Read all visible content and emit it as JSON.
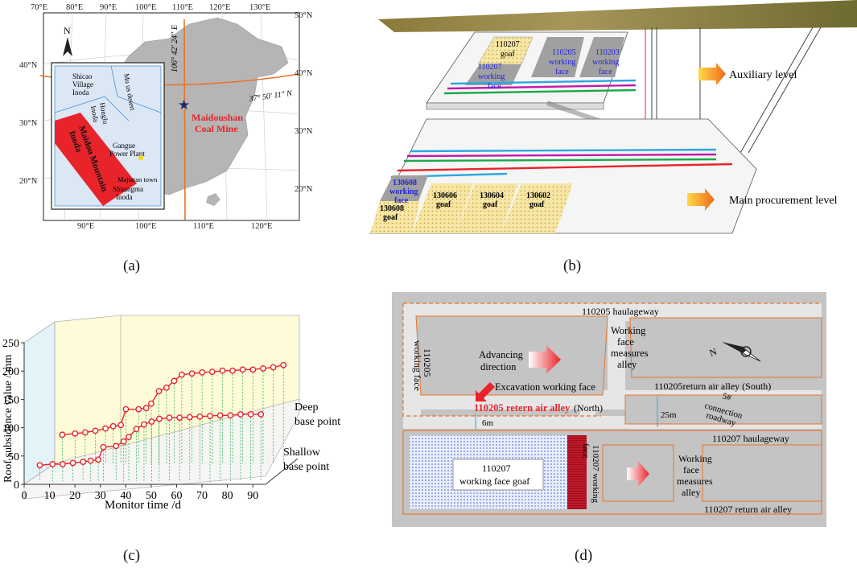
{
  "labels": {
    "a": "(a)",
    "b": "(b)",
    "c": "(c)",
    "d": "(d)"
  },
  "colors": {
    "orange": "#e8742a",
    "red": "#e8242a",
    "blue": "#2222dd",
    "map_gray": "#b5b5b5",
    "panel_gray": "#c4c4c4",
    "goaf_yellow": "#f7e7a6",
    "light_blue": "#dce7f5"
  },
  "map": {
    "lon_ticks_top": [
      "70°E",
      "80°E",
      "90°E",
      "100°E",
      "110°E",
      "120°E",
      "130°E"
    ],
    "lon_ticks_bottom": [
      "90°E",
      "100°E",
      "110°E",
      "120°E"
    ],
    "lat_ticks_left": [
      "40°N",
      "30°N",
      "20°N"
    ],
    "lat_ticks_right": [
      "50°N",
      "40°N",
      "30°N",
      "20°N"
    ],
    "north": "N",
    "meridian_label": "106° 42' 24\" E",
    "parallel_label": "37° 50' 11\" N",
    "mine_label_1": "Maidoushan",
    "mine_label_2": "Coal Mine",
    "inset": {
      "village_1": "Shicao",
      "village_2": "Village",
      "village_3": "Inoda",
      "desert": "Mu us desert",
      "honglu_1": "Honglu",
      "honglu_2": "Inoda",
      "mountain_1": "Maidou Mountain",
      "mountain_2": "Inoda",
      "plant_1": "Gangue",
      "plant_2": "Power Plant",
      "town": "Majiatan town",
      "shuang_1": "Shuangma",
      "shuang_2": "Inoda"
    }
  },
  "mine3d": {
    "upper": [
      {
        "t1": "110207",
        "t2": "goaf"
      },
      {
        "t1": "110205",
        "t2": "working",
        "t3": "face"
      },
      {
        "t1": "110203",
        "t2": "working",
        "t3": "face"
      },
      {
        "t1": "110207",
        "t2": "working",
        "t3": "face"
      }
    ],
    "lower": [
      {
        "t1": "130608",
        "t2": "working",
        "t3": "face"
      },
      {
        "t1": "130608",
        "t2": "goaf"
      },
      {
        "t1": "130606",
        "t2": "goaf"
      },
      {
        "t1": "130604",
        "t2": "goaf"
      },
      {
        "t1": "130602",
        "t2": "goaf"
      }
    ],
    "aux_level": "Auxiliary level",
    "main_level": "Main procurement level"
  },
  "chart_data": {
    "type": "line",
    "xlabel": "Monitor time /d",
    "ylabel": "Roof subsidence value / mm",
    "xlim": [
      0,
      95
    ],
    "ylim": [
      0,
      250
    ],
    "x_ticks": [
      0,
      10,
      20,
      30,
      40,
      50,
      60,
      70,
      80,
      90
    ],
    "y_ticks": [
      0,
      50,
      100,
      150,
      200,
      250
    ],
    "series": [
      {
        "name": "Deep base point",
        "x": [
          3,
          8,
          12,
          16,
          20,
          23,
          26,
          28,
          33,
          36,
          38,
          41,
          44,
          47,
          50,
          54,
          58,
          62,
          66,
          70,
          74,
          78,
          82,
          86,
          90
        ],
        "y": [
          45,
          47,
          49,
          52,
          56,
          60,
          62,
          90,
          90,
          92,
          100,
          122,
          128,
          140,
          151,
          153,
          155,
          156,
          158,
          158,
          160,
          160,
          162,
          164,
          168
        ]
      },
      {
        "name": "Shallow base point",
        "x": [
          3,
          8,
          12,
          16,
          20,
          23,
          26,
          28,
          33,
          36,
          38,
          41,
          44,
          47,
          50,
          54,
          58,
          62,
          66,
          70,
          74,
          78,
          82,
          86,
          90
        ],
        "y": [
          28,
          30,
          30,
          32,
          34,
          36,
          38,
          60,
          62,
          70,
          78,
          92,
          100,
          105,
          110,
          112,
          112,
          113,
          114,
          115,
          116,
          116,
          118,
          118,
          118
        ]
      }
    ],
    "series_labels": {
      "deep_1": "Deep",
      "deep_2": "base point",
      "shallow_1": "Shallow",
      "shallow_2": "base point"
    }
  },
  "plan": {
    "haulageway_205": "110205 haulageway",
    "wf_205_1": "110205",
    "wf_205_2": "working face",
    "advancing_1": "Advancing",
    "advancing_2": "direction",
    "excavation": "Excavation working face",
    "measures_1": "Working",
    "measures_2": "face",
    "measures_3": "measures",
    "measures_4": "alley",
    "return_south": "110205return air alley (South)",
    "retern_north": "110205 retern air alley",
    "north_word": "(North)",
    "six_m": "6m",
    "twentyfive_m": "25m",
    "conn_1": "5#",
    "conn_2": "connection",
    "conn_3": "roadway",
    "haulageway_207": "110207 haulageway",
    "goaf_1": "110207",
    "goaf_2": "working face goaf",
    "wf_207_1": "110207 working",
    "wf_207_2": "face",
    "measures2_1": "Working",
    "measures2_2": "face",
    "measures2_3": "measures",
    "measures2_4": "alley",
    "return_207": "110207 return air alley",
    "compass_n": "N"
  }
}
